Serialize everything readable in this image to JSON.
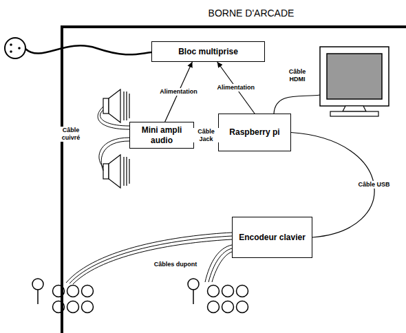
{
  "diagram": {
    "nodes": [
      {
        "text": [
          "BORNE D'ARCADE"
        ]
      },
      {
        "text": [
          "Bloc multiprise"
        ],
        "in": 0
      },
      {
        "text": [
          "Mini ampli audio"
        ],
        "in": 0
      },
      {
        "text": [
          "Raspberry pi"
        ],
        "in": 0
      },
      {
        "text": [
          "Encodeur clavier"
        ],
        "in": 0
      }
    ],
    "edges": [
      {
        "from": 2,
        "to": 1,
        "label": "Alimentation",
        "arrow": "to"
      },
      {
        "from": 3,
        "to": 1,
        "label": "Alimentation",
        "arrow": "to"
      },
      {
        "from": 2,
        "to": 3,
        "label": "Câble Jack",
        "arrow": "none"
      },
      {
        "from": 3,
        "to": 4,
        "label": "Câble USB",
        "arrow": "none"
      }
    ],
    "labels": [
      "Câble HDMI",
      "Câble cuivré",
      "Câbles dupont"
    ]
  }
}
